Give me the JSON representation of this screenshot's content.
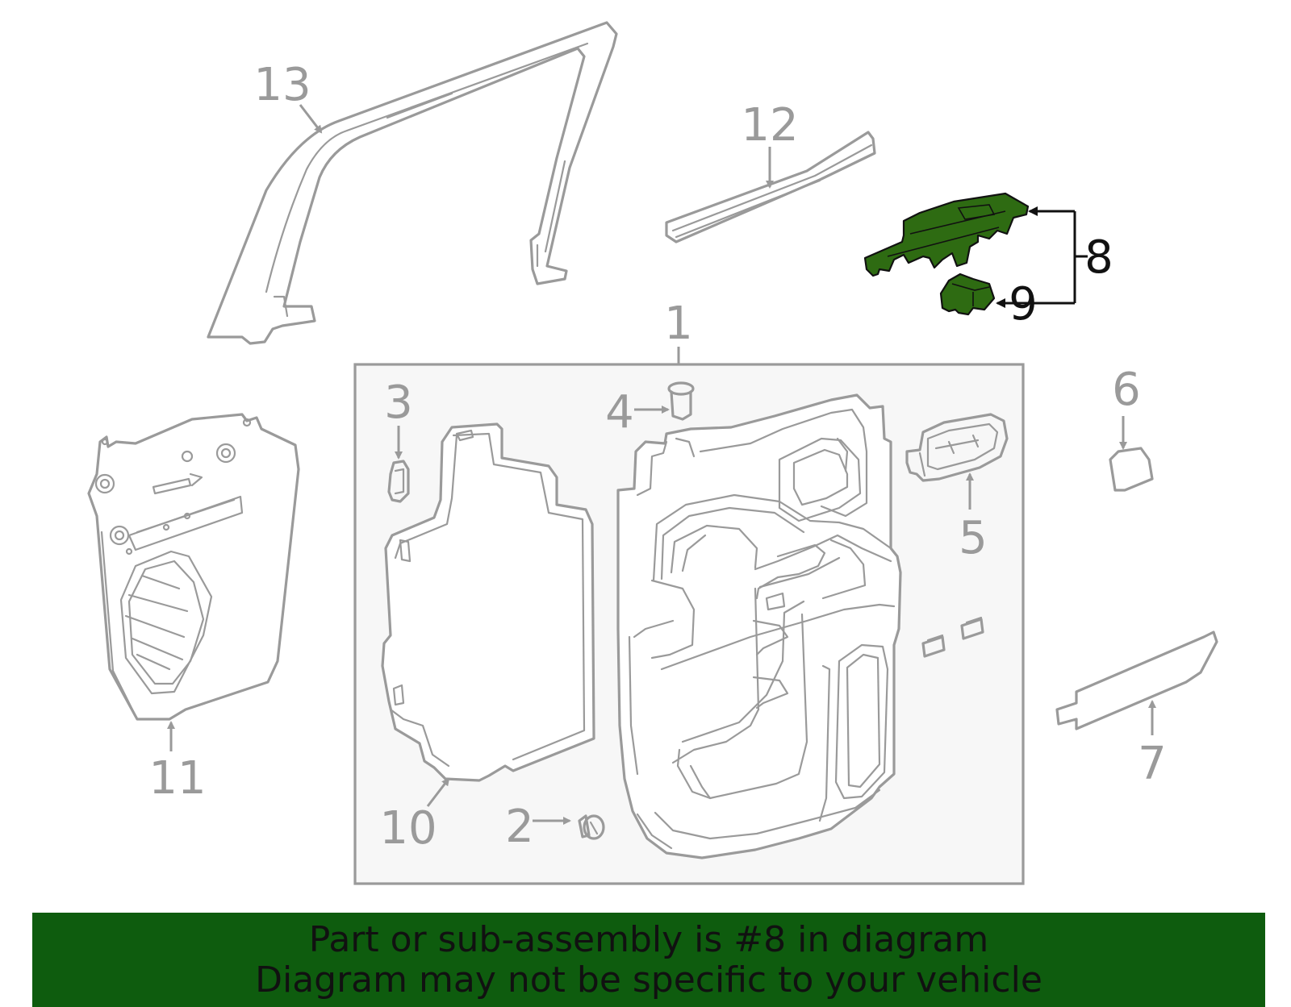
{
  "callouts": {
    "c1": "1",
    "c2": "2",
    "c3": "3",
    "c4": "4",
    "c5": "5",
    "c6": "6",
    "c7": "7",
    "c8": "8",
    "c9": "9",
    "c10": "10",
    "c11": "11",
    "c12": "12",
    "c13": "13"
  },
  "highlighted_callout": "8",
  "colors": {
    "banner_bg": "#0e5c0e",
    "highlight_part": "#2e6b12",
    "line_art": "#9a9a9a",
    "assembly_box_bg": "#f7f7f7"
  },
  "banner": {
    "line1": "Part or sub-assembly is #8 in diagram",
    "line2": "Diagram may not be specific to your vehicle"
  }
}
